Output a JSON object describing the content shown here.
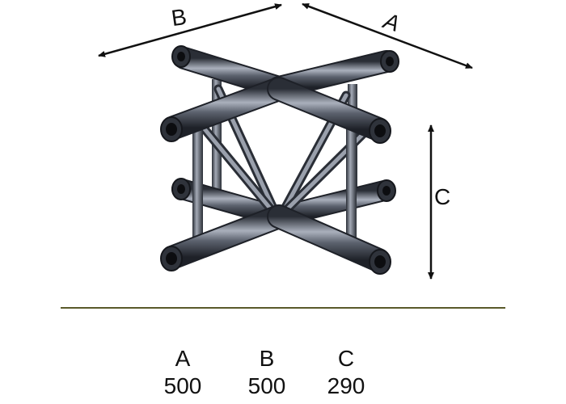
{
  "dimensions": {
    "a_label": "A",
    "b_label": "B",
    "c_label": "C"
  },
  "spec_table": {
    "columns": [
      {
        "header": "A",
        "value": "500"
      },
      {
        "header": "B",
        "value": "500"
      },
      {
        "header": "C",
        "value": "290"
      }
    ]
  },
  "colors": {
    "truss_tube": "#4a4f5a",
    "truss_highlight": "#a4aab6",
    "truss_shadow": "#1e2128",
    "baseline": "#5a5a2a",
    "arrow": "#111111"
  }
}
